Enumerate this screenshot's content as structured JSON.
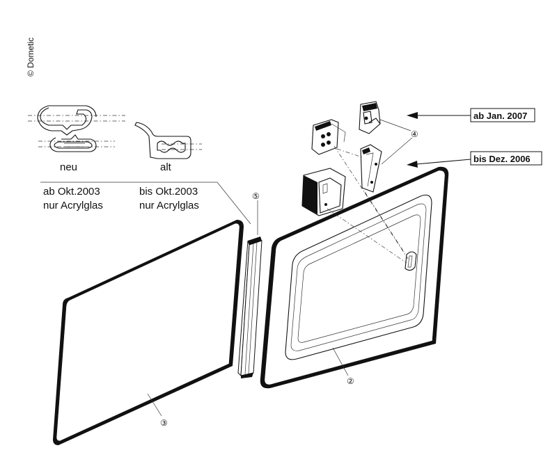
{
  "copyright": "© Dometic",
  "profiles": {
    "new_label": "neu",
    "old_label": "alt",
    "new_note_line1": "ab Okt.2003",
    "new_note_line2": "nur Acrylglas",
    "old_note_line1": "bis Okt.2003",
    "old_note_line2": "nur Acrylglas"
  },
  "versions": {
    "from_label": "ab Jan. 2007",
    "until_label": "bis Dez. 2006"
  },
  "parts": {
    "frame": "②",
    "pane": "③",
    "latch": "④",
    "seal": "⑤"
  }
}
